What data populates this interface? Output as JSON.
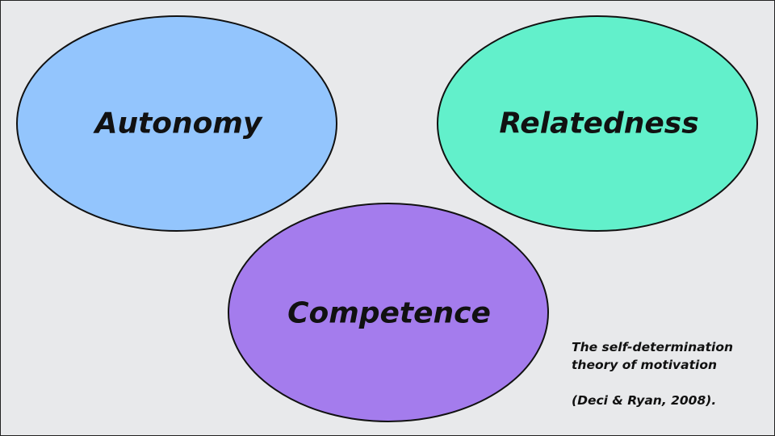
{
  "circles": [
    {
      "label": "Autonomy",
      "color": "#93c5fd"
    },
    {
      "label": "Relatedness",
      "color": "#62f0cb"
    },
    {
      "label": "Competence",
      "color": "#a47ced"
    }
  ],
  "caption": {
    "line1": "The self-determination",
    "line2": "theory of motivation",
    "citation": "(Deci & Ryan, 2008)."
  }
}
